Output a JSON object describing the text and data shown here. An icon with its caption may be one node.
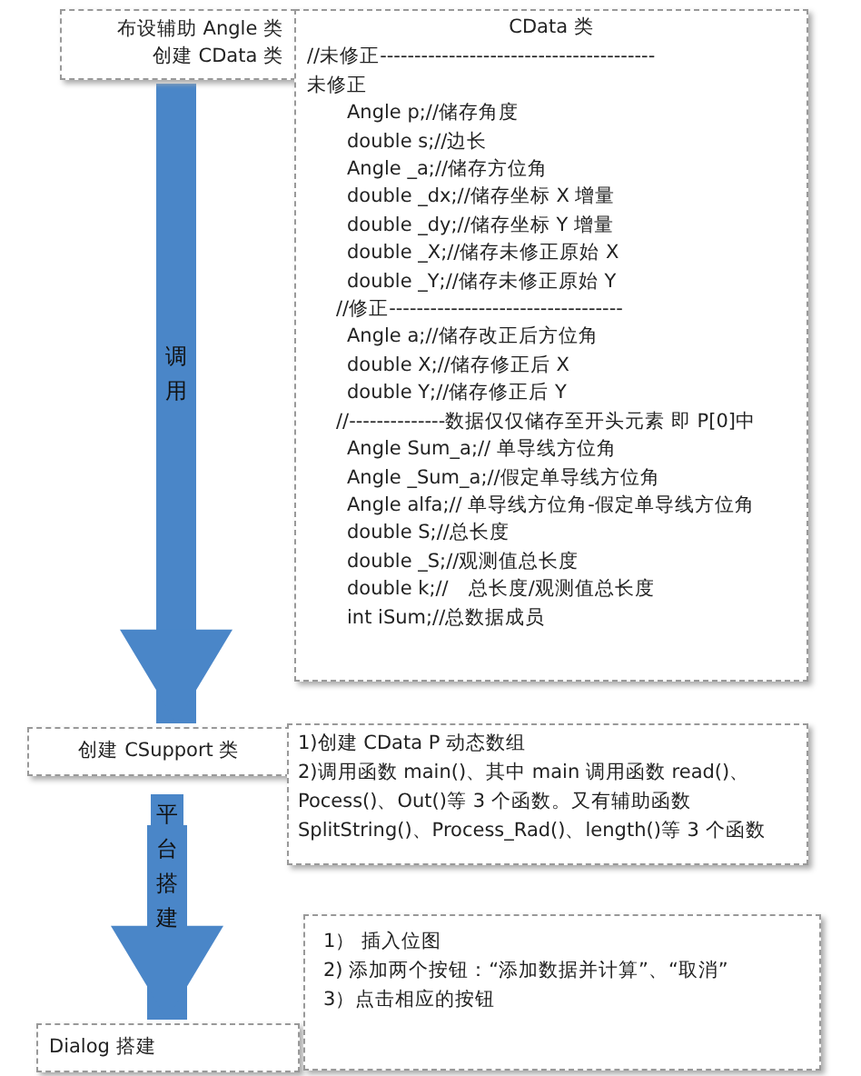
{
  "diagram": {
    "nodes": [
      {
        "text": [
          "布设辅助 Angle 类",
          "创建 CData 类"
        ]
      },
      {
        "text": [
          "CData 类",
          "//未修正----------------------------------------",
          "未修正",
          "Angle p;//储存角度",
          "double s;//边长",
          "Angle _a;//储存方位角",
          "double _dx;//储存坐标 X 增量",
          "double _dy;//储存坐标 Y 增量",
          "double _X;//储存未修正原始 X",
          "double _Y;//储存未修正原始 Y",
          "//修正----------------------------------",
          "Angle a;//储存改正后方位角",
          "double X;//储存修正后 X",
          "double Y;//储存修正后 Y",
          "//--------------数据仅仅储存至开头元素 即 P[0]中",
          "Angle Sum_a;// 单导线方位角",
          "Angle _Sum_a;//假定单导线方位角",
          "Angle alfa;// 单导线方位角-假定单导线方位角",
          "double S;//总长度",
          "double _S;//观测值总长度",
          "double k;//　总长度/观测值总长度",
          "int iSum;//总数据成员"
        ]
      },
      {
        "text": [
          "创建 CSupport 类"
        ]
      },
      {
        "text": [
          "1)创建 CData P 动态数组",
          "2)调用函数 main()、其中 main 调用函数 read()、Pocess()、Out()等 3 个函数。又有辅助函数 SplitString()、Process_Rad()、length()等 3 个函数"
        ]
      },
      {
        "text": [
          "Dialog 搭建"
        ]
      },
      {
        "text": [
          "1） 插入位图",
          "2) 添加两个按钮：“添加数据并计算”、“取消”",
          "3）点击相应的按钮"
        ]
      }
    ],
    "edges": [
      {
        "from": 0,
        "to": 2,
        "arrow": "to",
        "label": "调用"
      },
      {
        "from": 2,
        "to": 4,
        "arrow": "to",
        "label": "平台搭建"
      }
    ]
  }
}
